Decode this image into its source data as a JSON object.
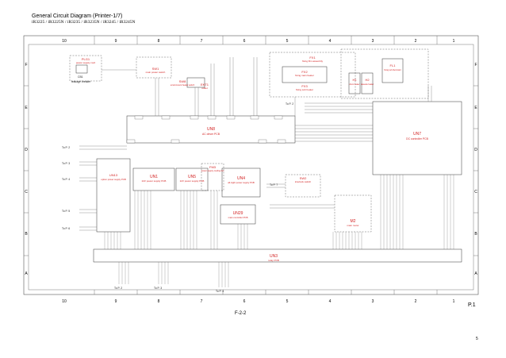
{
  "header": {
    "title": "General Circuit Diagram (Printer-1/7)",
    "models": "iR3225 / iR3225N / iR3235 / iR3235N / iR3245 / iR3245N"
  },
  "grid": {
    "columns": [
      "10",
      "9",
      "8",
      "7",
      "6",
      "5",
      "4",
      "3",
      "2",
      "1"
    ],
    "rows": [
      "F",
      "E",
      "D",
      "C",
      "B",
      "A"
    ]
  },
  "red_blocks": [
    {
      "id": "PLG1",
      "line1": "PLG1",
      "line2": "power supply cord"
    },
    {
      "id": "SW1",
      "line1": "SW1",
      "line2": "main power switch"
    },
    {
      "id": "SW8",
      "line1": "SW8",
      "line2": "environment heater switch"
    },
    {
      "id": "EKT1",
      "line1": "EKT1",
      "line2": "outlet"
    },
    {
      "id": "FX1",
      "line1": "FX1",
      "line2": "fixing film assembly"
    },
    {
      "id": "FX2",
      "line1": "FX2",
      "line2": "fixing main heater"
    },
    {
      "id": "FX3",
      "line1": "FX3",
      "line2": "fixing sub heater"
    },
    {
      "id": "UN8",
      "line1": "UN8",
      "line2": "AC driver PCB"
    },
    {
      "id": "UN7",
      "line1": "UN7",
      "line2": "DC controller PCB"
    },
    {
      "id": "UN13",
      "line1": "UN13",
      "line2": "option power supply PCB"
    },
    {
      "id": "UN1",
      "line1": "UN1",
      "line2": "24V power supply PCB"
    },
    {
      "id": "UN5",
      "line1": "UN5",
      "line2": "12V power supply PCB"
    },
    {
      "id": "FM3",
      "line1": "FM3",
      "line2": "power supply cooling fan"
    },
    {
      "id": "UN4",
      "line1": "UN4",
      "line2": "all-night power supply PCB"
    },
    {
      "id": "UN29",
      "line1": "UN29",
      "line2": "main controller PCB"
    },
    {
      "id": "SW2",
      "line1": "SW2",
      "line2": "interlock switch"
    },
    {
      "id": "M2",
      "line1": "M2",
      "line2": "main motor"
    },
    {
      "id": "UN3",
      "line1": "UN3",
      "line2": "relay PCB"
    },
    {
      "id": "H1",
      "line1": "H1",
      "line2": "drum heater"
    },
    {
      "id": "H2",
      "line1": "H2",
      "line2": "cassette heater"
    },
    {
      "id": "FL1",
      "line1": "FL1",
      "line2": "fixing sub thermistor"
    }
  ],
  "misc_labels": {
    "circuit_breaker": "CB1",
    "leakage_breaker": "leakage breaker",
    "to_p2": "To P. 2",
    "to_p3": "To P. 3",
    "to_p4": "To P. 4",
    "to_p5": "To P. 5",
    "to_p6": "To P. 6",
    "to_p7": "To P. 7"
  },
  "footer": {
    "figure": "F-2-2",
    "page_code": "P.1",
    "page_number": "5"
  }
}
